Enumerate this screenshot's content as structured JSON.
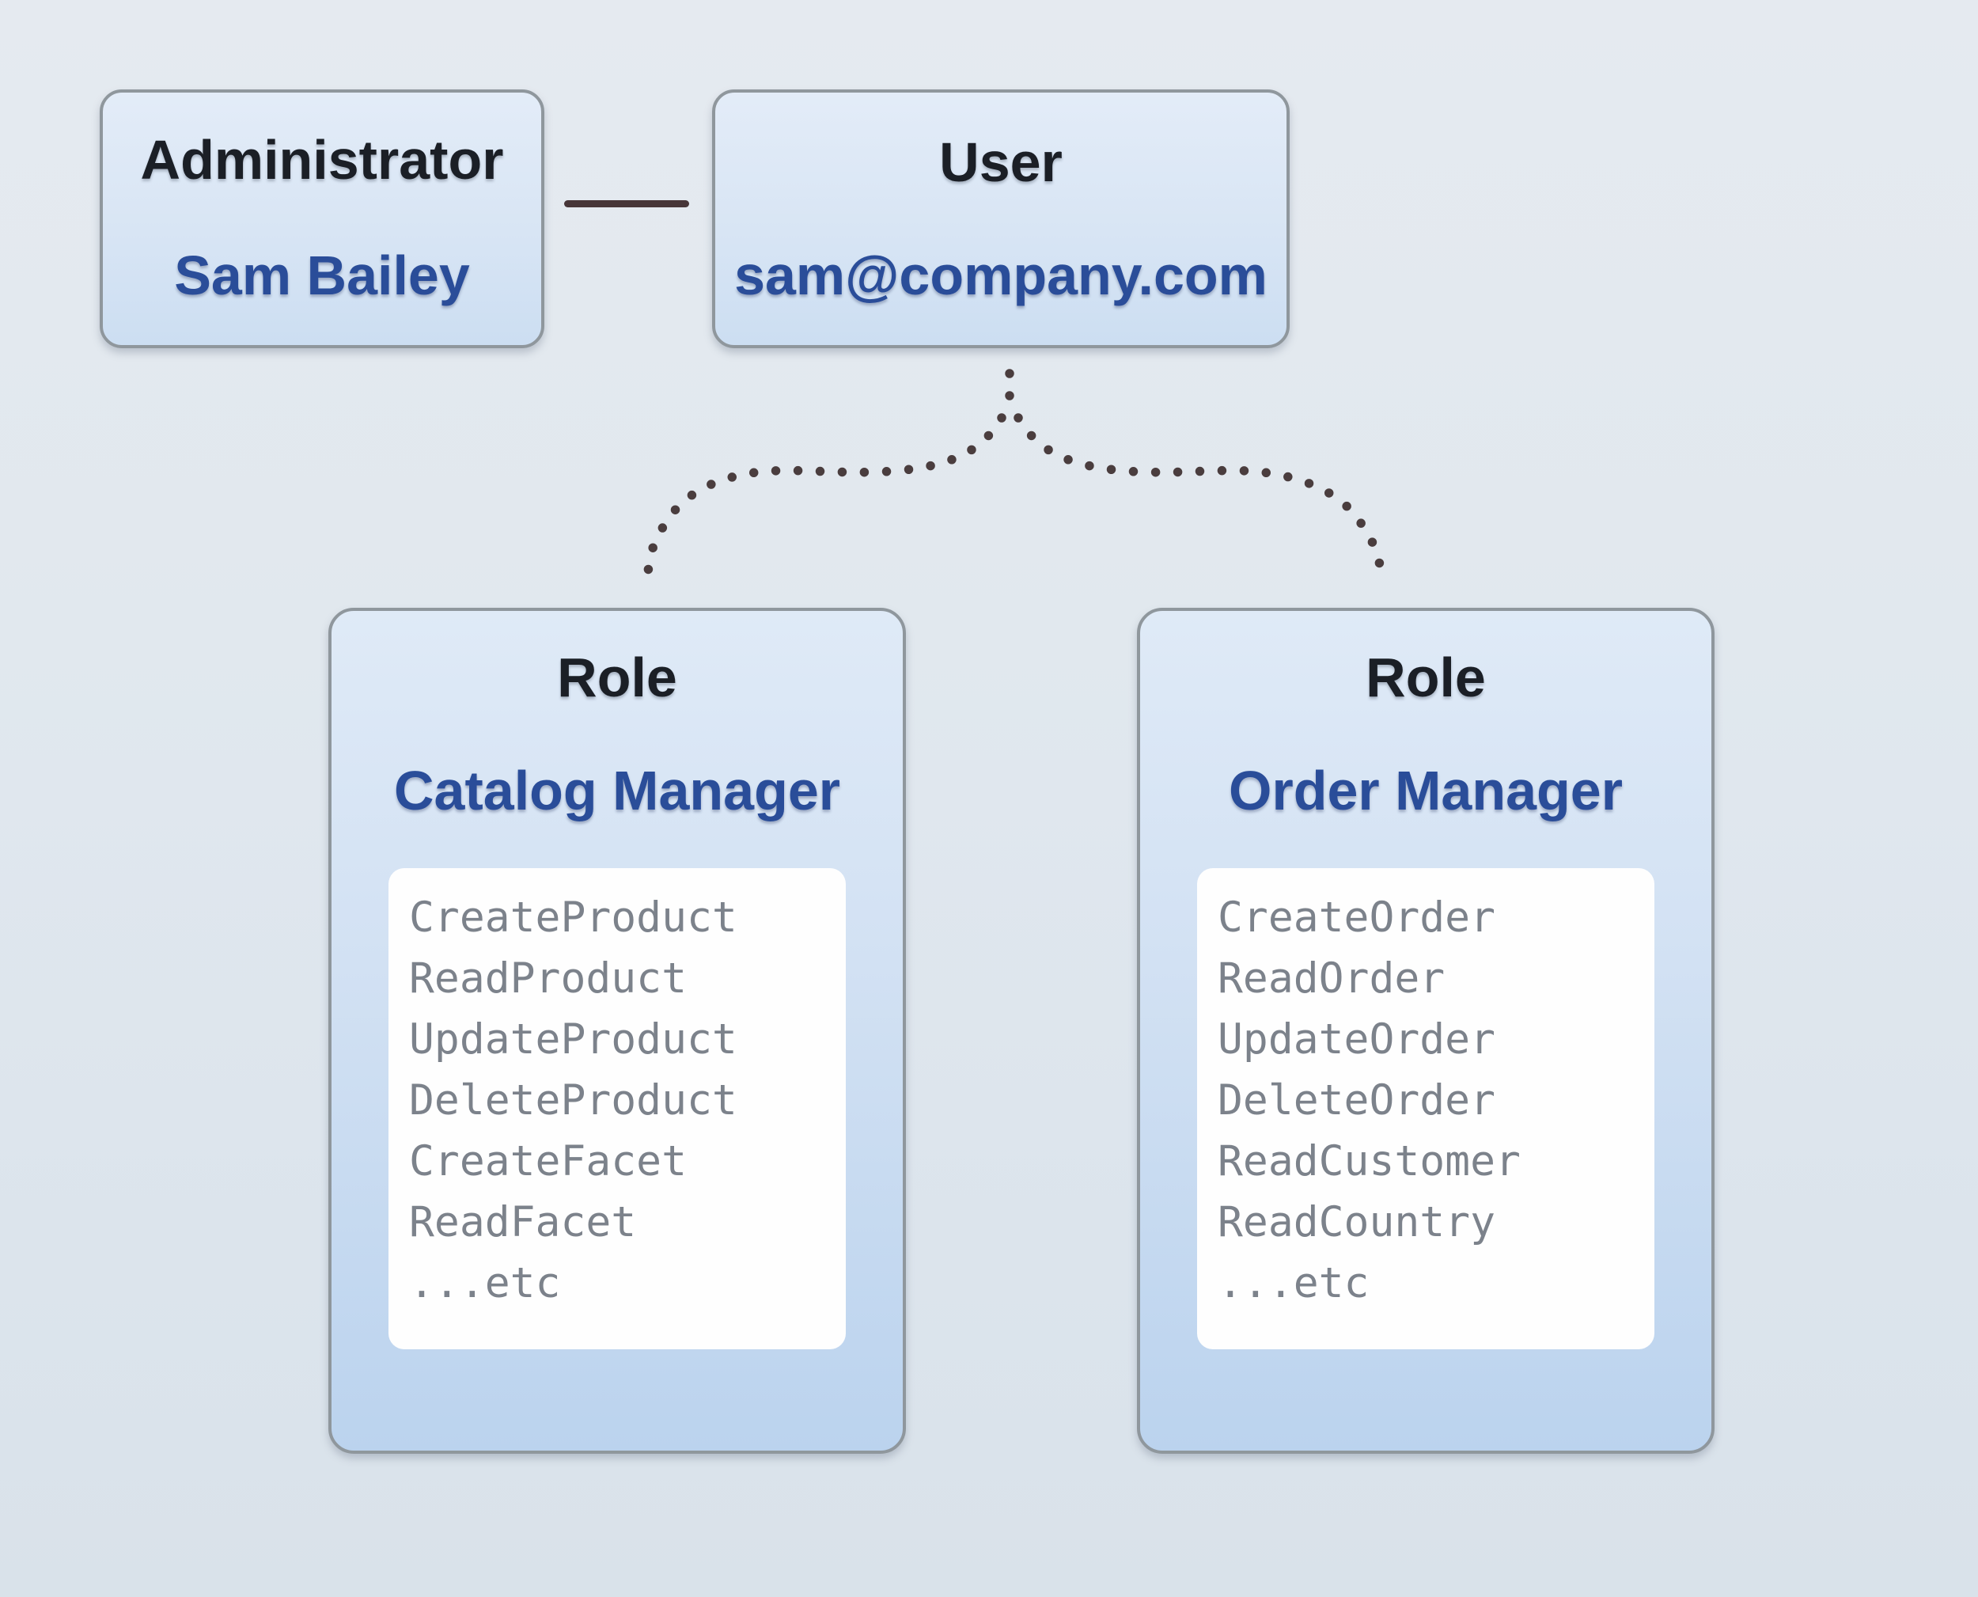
{
  "diagram": {
    "admin_box": {
      "title": "Administrator",
      "name": "Sam Bailey"
    },
    "user_box": {
      "title": "User",
      "email": "sam@company.com"
    },
    "roles": [
      {
        "title": "Role",
        "name": "Catalog Manager",
        "permissions": [
          "CreateProduct",
          "ReadProduct",
          "UpdateProduct",
          "DeleteProduct",
          "CreateFacet",
          "ReadFacet",
          "...etc"
        ]
      },
      {
        "title": "Role",
        "name": "Order Manager",
        "permissions": [
          "CreateOrder",
          "ReadOrder",
          "UpdateOrder",
          "DeleteOrder",
          "ReadCustomer",
          "ReadCountry",
          "...etc"
        ]
      }
    ],
    "colors": {
      "heading_text": "#1b1f26",
      "accent_blue_text": "#2a4d99",
      "permission_text": "#7c828b",
      "box_border": "#8f979d",
      "connector_line": "#473638",
      "dotted_connector": "#4a3d3e",
      "box_fill_top": "#e3ecf8",
      "box_fill_bottom": "#ccdef2",
      "role_fill_bottom": "#bbd3ee",
      "panel_fill": "#fefefe",
      "background_top": "#e5eaf0",
      "background_bottom": "#d9e2ea"
    }
  }
}
